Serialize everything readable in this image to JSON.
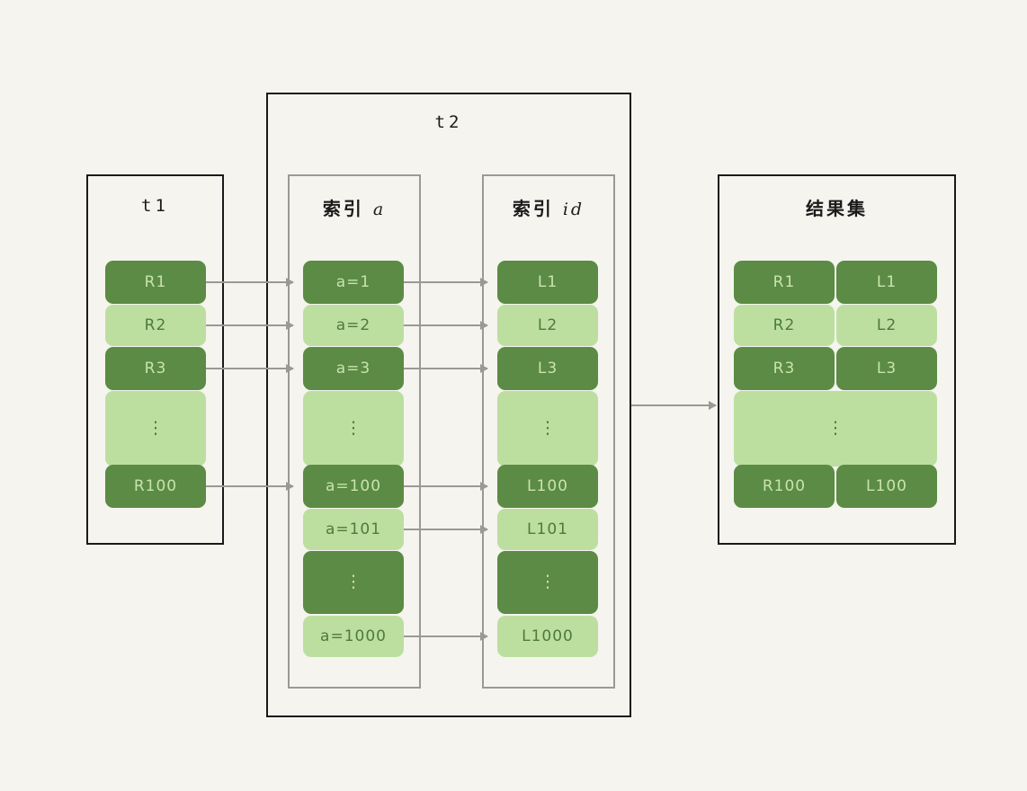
{
  "diagram": {
    "background_color": "#f5f4ef",
    "dark_cell_color": "#5b8b44",
    "light_cell_color": "#bcdfa0",
    "connector_color": "#9a9a95",
    "frame_color": "#1a1a1a",
    "subframe_color": "#9a9a95"
  },
  "t1": {
    "title": "t1",
    "rows": [
      {
        "label": "R1",
        "tone": "dark"
      },
      {
        "label": "R2",
        "tone": "light"
      },
      {
        "label": "R3",
        "tone": "dark"
      },
      {
        "label": "⋮",
        "tone": "light"
      },
      {
        "label": "R100",
        "tone": "dark"
      }
    ]
  },
  "t2": {
    "title": "t2",
    "index_a": {
      "title_cjk": "索引",
      "title_latin": "a",
      "rows": [
        {
          "label": "a=1",
          "tone": "dark"
        },
        {
          "label": "a=2",
          "tone": "light"
        },
        {
          "label": "a=3",
          "tone": "dark"
        },
        {
          "label": "⋮",
          "tone": "light"
        },
        {
          "label": "a=100",
          "tone": "dark"
        },
        {
          "label": "a=101",
          "tone": "light"
        },
        {
          "label": "⋮",
          "tone": "dark"
        },
        {
          "label": "a=1000",
          "tone": "light"
        }
      ]
    },
    "index_id": {
      "title_cjk": "索引",
      "title_latin": "id",
      "rows": [
        {
          "label": "L1",
          "tone": "dark"
        },
        {
          "label": "L2",
          "tone": "light"
        },
        {
          "label": "L3",
          "tone": "dark"
        },
        {
          "label": "⋮",
          "tone": "light"
        },
        {
          "label": "L100",
          "tone": "dark"
        },
        {
          "label": "L101",
          "tone": "light"
        },
        {
          "label": "⋮",
          "tone": "dark"
        },
        {
          "label": "L1000",
          "tone": "light"
        }
      ]
    }
  },
  "result": {
    "title": "结果集",
    "rows": [
      {
        "left": "R1",
        "right": "L1",
        "tone": "dark",
        "span": false
      },
      {
        "left": "R2",
        "right": "L2",
        "tone": "light",
        "span": false
      },
      {
        "left": "R3",
        "right": "L3",
        "tone": "dark",
        "span": false
      },
      {
        "left": "⋮",
        "right": "",
        "tone": "light",
        "span": true
      },
      {
        "left": "R100",
        "right": "L100",
        "tone": "dark",
        "span": false
      }
    ]
  }
}
